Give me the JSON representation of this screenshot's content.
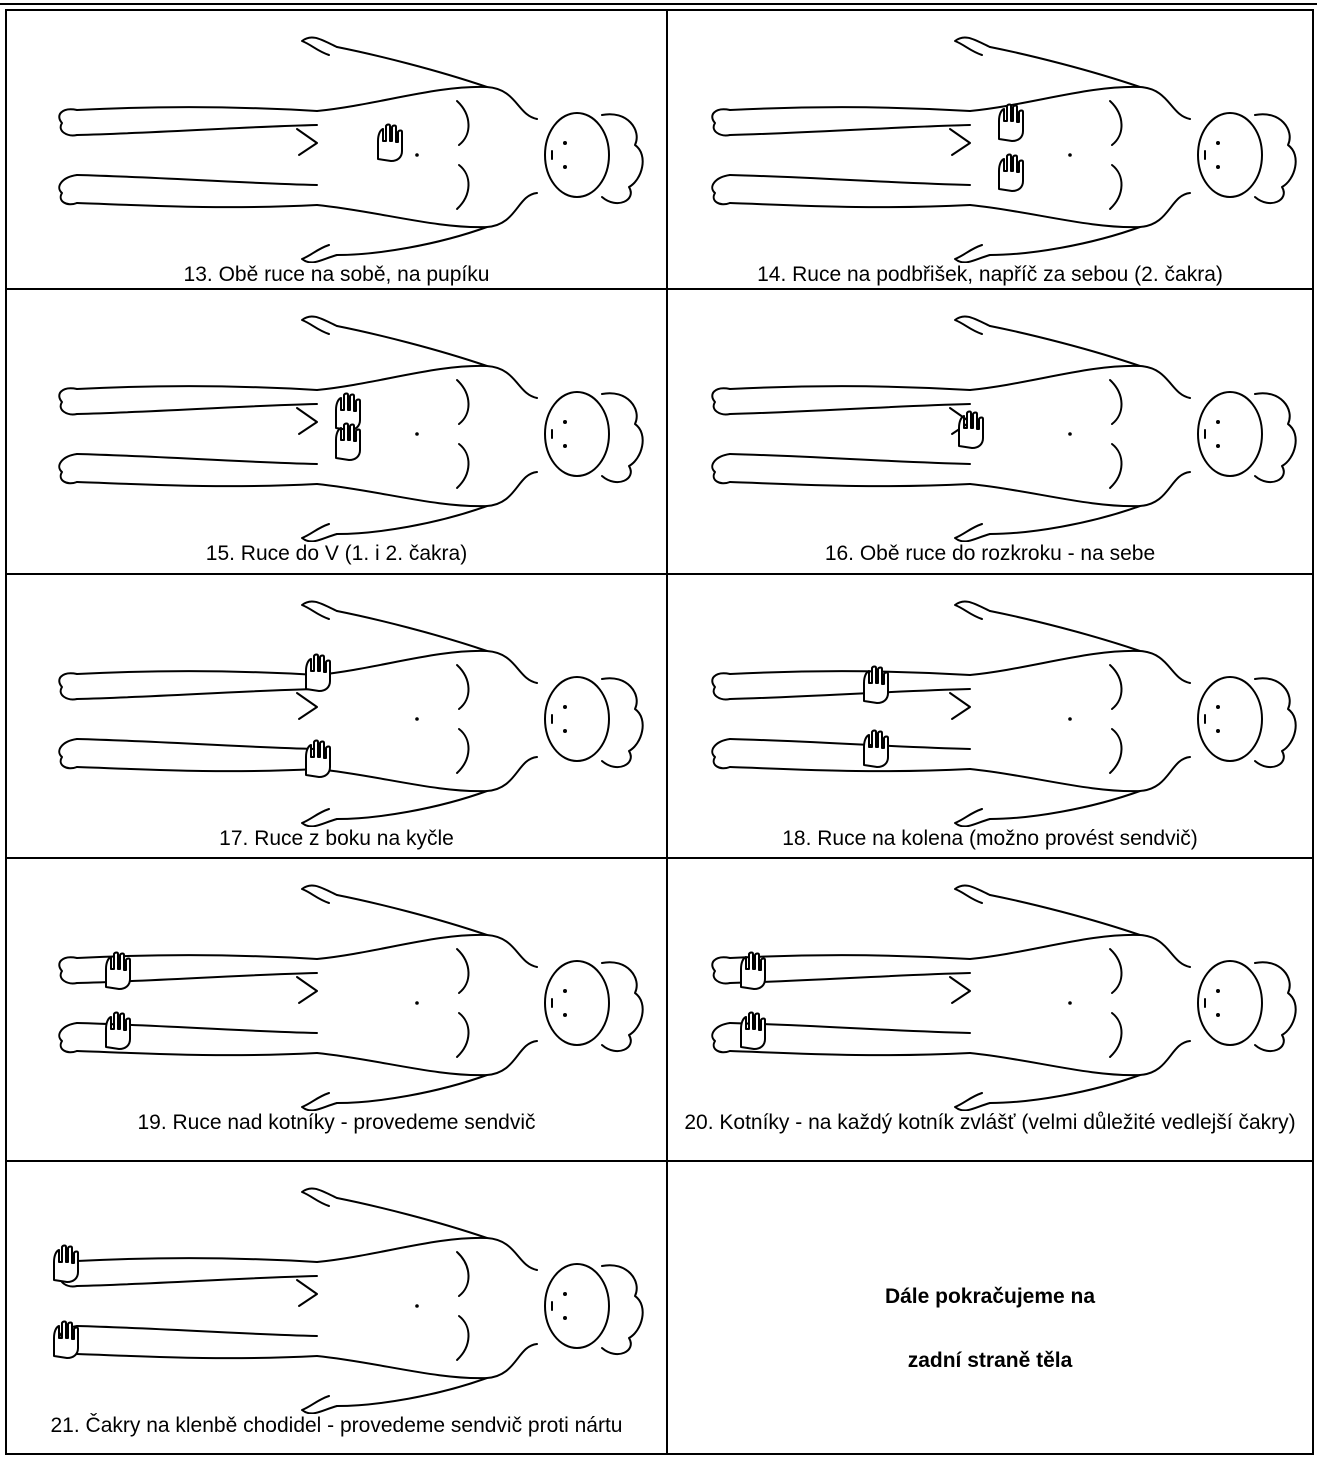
{
  "panels": [
    {
      "caption": "13. Obě ruce na sobě, na pupíku",
      "hands": "navel"
    },
    {
      "caption": "14. Ruce na podbřišek, napříč za sebou (2. čakra)",
      "hands": "lower-belly"
    },
    {
      "caption": "15. Ruce do V (1. i 2. čakra)",
      "hands": "v-shape"
    },
    {
      "caption": "16. Obě ruce do rozkroku - na sebe",
      "hands": "groin"
    },
    {
      "caption": "17. Ruce z boku na kyčle",
      "hands": "hips"
    },
    {
      "caption": "18. Ruce na kolena (možno provést sendvič)",
      "hands": "knees"
    },
    {
      "caption": "19. Ruce nad kotníky - provedeme sendvič",
      "hands": "above-ankles"
    },
    {
      "caption": "20. Kotníky - na každý kotník zvlášť (velmi důležité vedlejší čakry)",
      "hands": "ankles"
    },
    {
      "caption": "21. Čakry na klenbě chodidel - provedeme sendvič proti nártu",
      "hands": "soles"
    }
  ],
  "note": {
    "line1": "Dále pokračujeme na",
    "line2": "zadní straně těla"
  }
}
